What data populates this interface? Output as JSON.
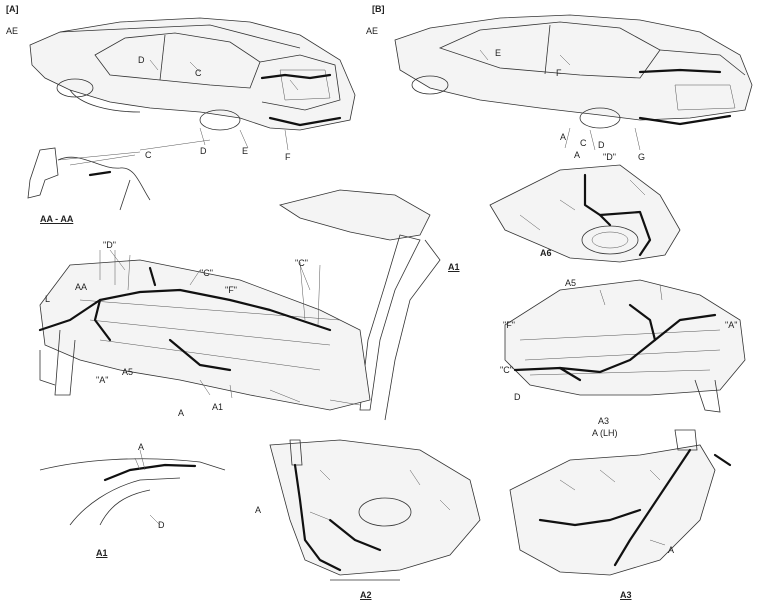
{
  "panels": {
    "a_label": "[A]",
    "b_label": "[B]",
    "view_arrow_a": "AE",
    "view_arrow_b": "AE"
  },
  "callouts": {
    "a_car": [
      "D",
      "C",
      "D",
      "E",
      "F"
    ],
    "b_car": [
      "E",
      "F",
      "A",
      "C",
      "D",
      "G"
    ],
    "aa_section": {
      "callout": "C",
      "caption": "AA - AA"
    },
    "center": {
      "labels": [
        "\"D\"",
        "AA",
        "L",
        "\"C\"",
        "\"F\"",
        "\"C\"",
        "\"A\"",
        "A5",
        "A",
        "A1"
      ],
      "caption_link": "A1"
    },
    "a6": {
      "labels": [
        "A",
        "\"D\""
      ],
      "caption": "A6"
    },
    "right_mid": {
      "labels": [
        "A5",
        "\"F\"",
        "\"A\"",
        "\"C\"",
        "D",
        "A3"
      ],
      "sub": "A (LH)"
    },
    "a1": {
      "labels": [
        "A",
        "D"
      ],
      "caption": "A1"
    },
    "a2": {
      "labels": [
        "A"
      ],
      "caption": "A2"
    },
    "a3": {
      "labels": [
        "A"
      ],
      "caption": "A3"
    }
  }
}
